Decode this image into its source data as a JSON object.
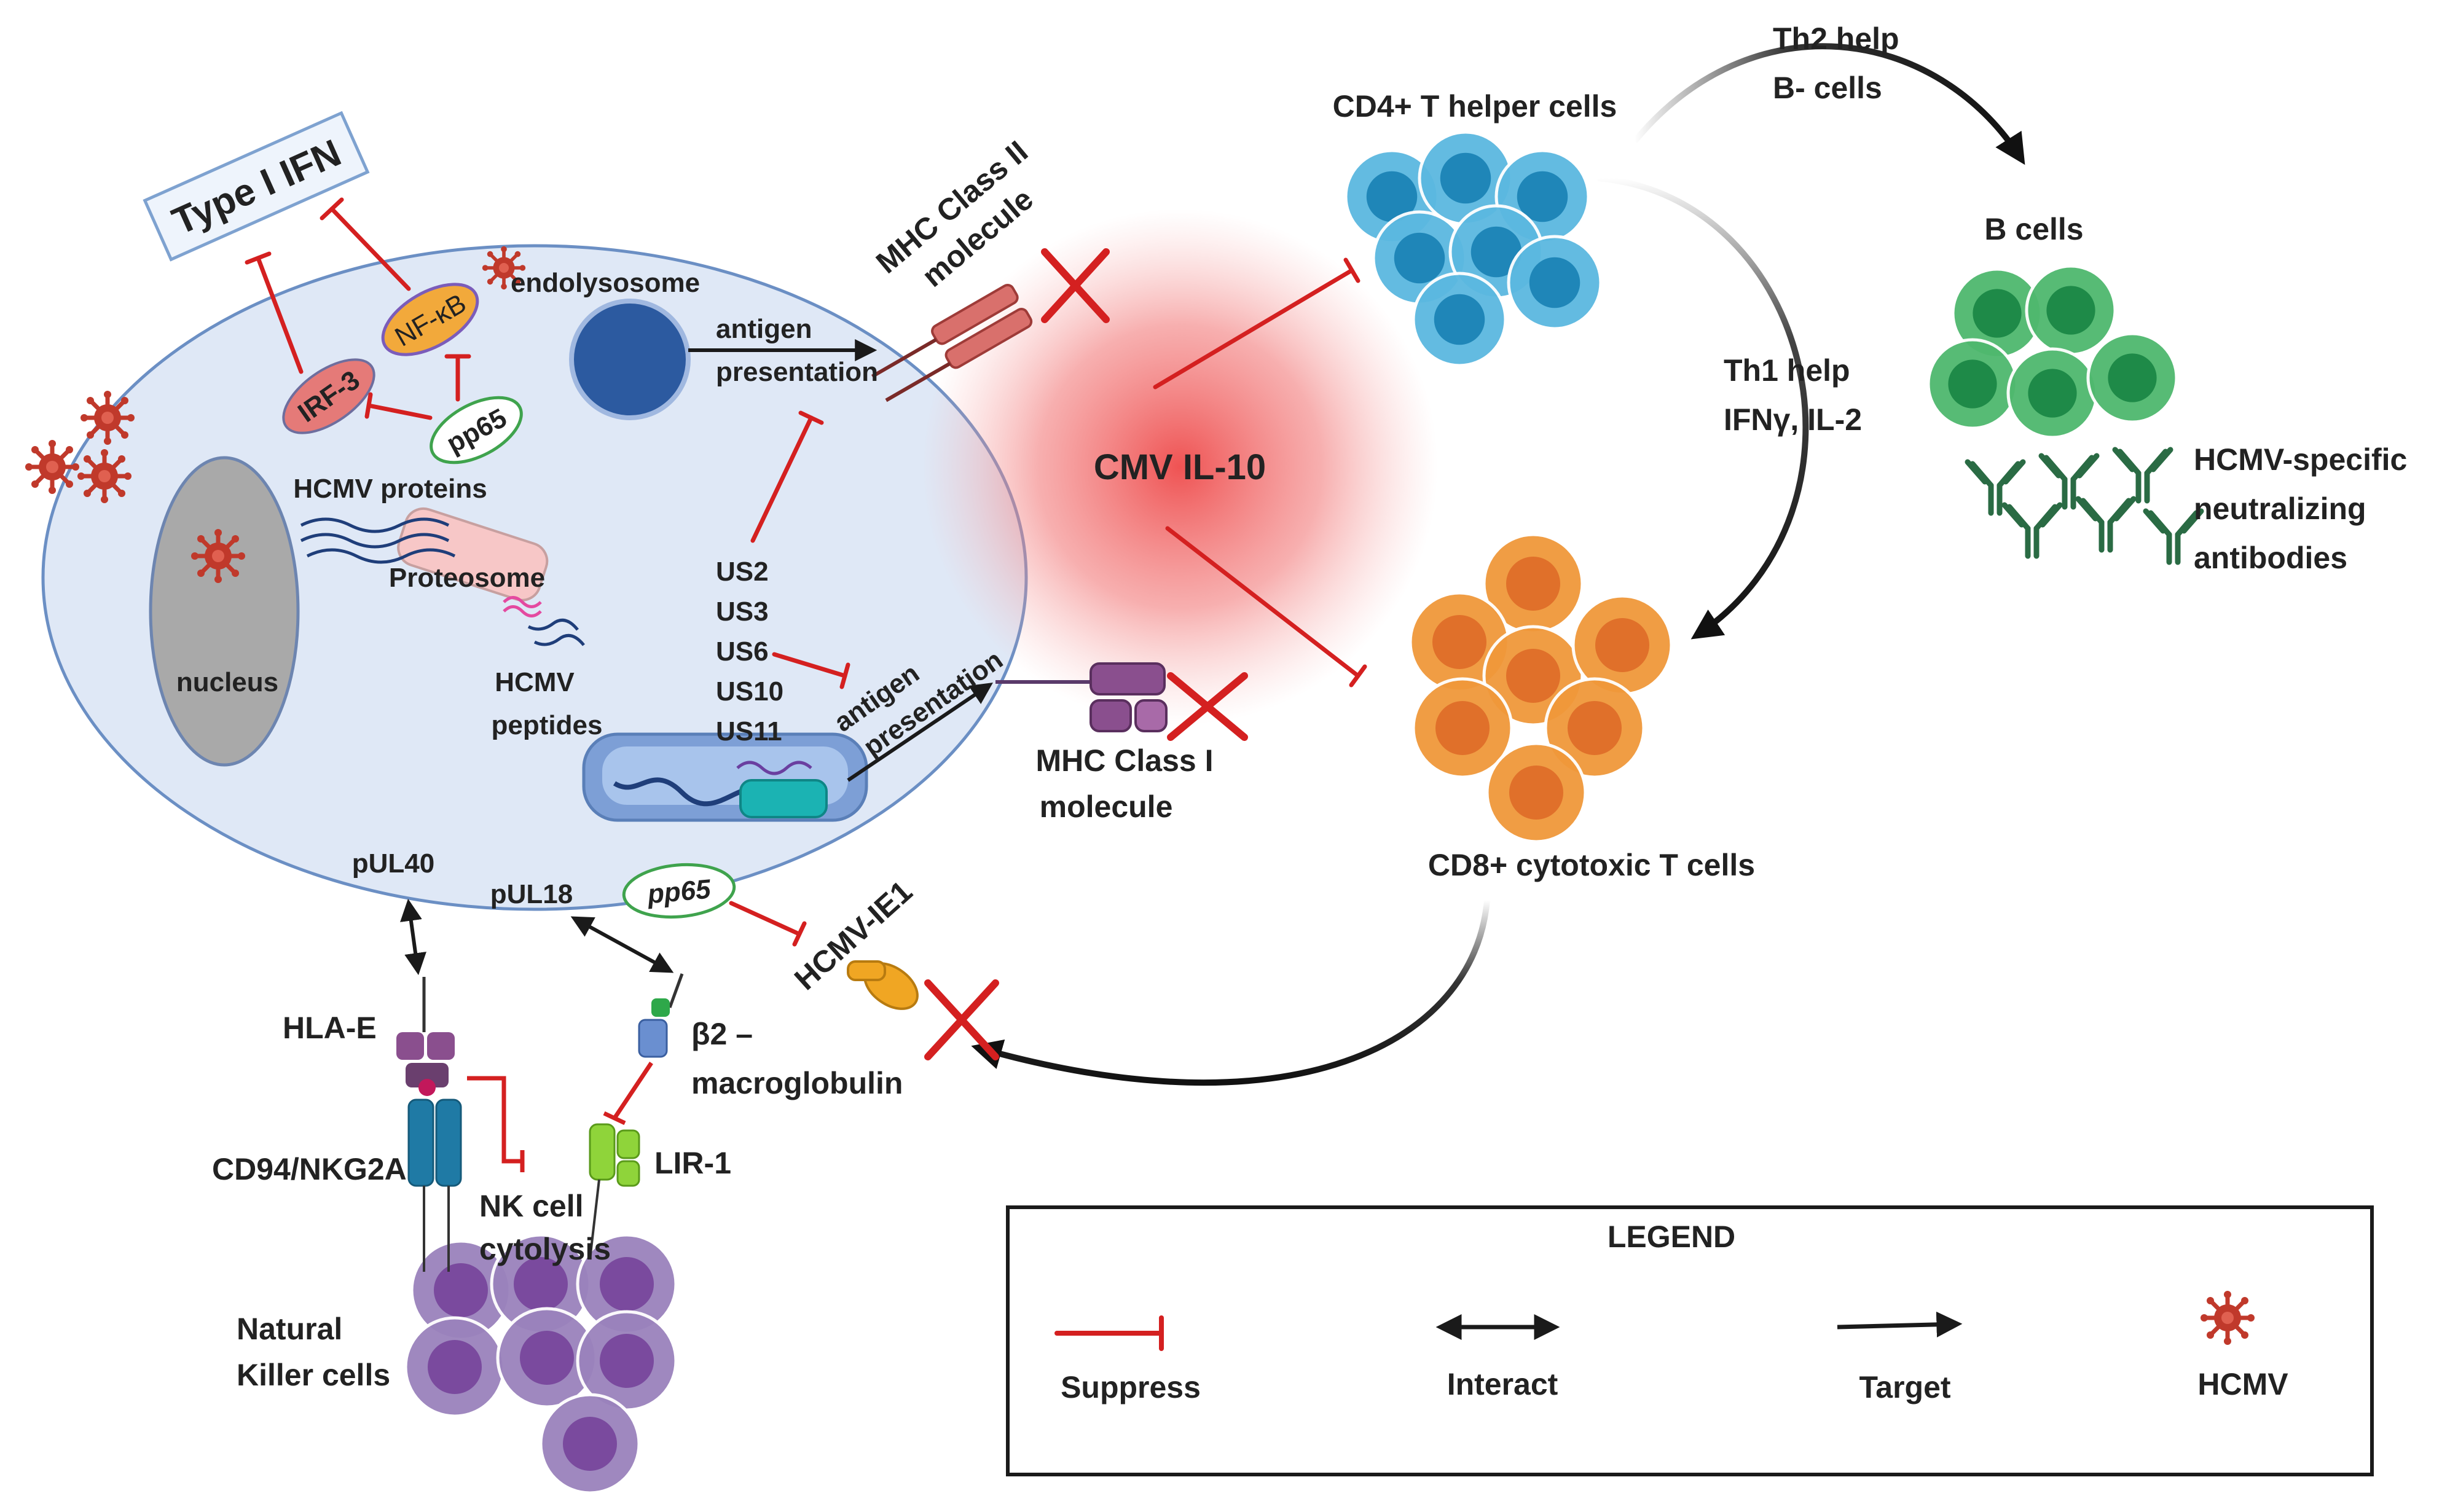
{
  "labels": {
    "type1_ifn": "Type I IFN",
    "nf_kb": "NF-κB",
    "irf3": "IRF-3",
    "pp65_top": "pp65",
    "hcmv_proteins": "HCMV proteins",
    "proteosome": "Proteosome",
    "nucleus": "nucleus",
    "hcmv": "HCMV",
    "peptides": "peptides",
    "endolysosome": "endolysosome",
    "antigen_top": "antigen",
    "presentation_top": "presentation",
    "mhc2_line1": "MHC Class II",
    "mhc2_line2": "molecule",
    "us2": "US2",
    "us3": "US3",
    "us6": "US6",
    "us10": "US10",
    "us11": "US11",
    "antigen_mid": "antigen",
    "presentation_mid": "presentation",
    "mhc1_line1": "MHC Class I",
    "mhc1_line2": "molecule",
    "cmv_il10": "CMV IL-10",
    "cd4": "CD4+ T helper cells",
    "cd8": "CD8+ cytotoxic T cells",
    "th2_line1": "Th2 help",
    "th2_line2": "B- cells",
    "th1_line1": "Th1 help",
    "th1_line2": "IFNγ, IL-2",
    "b_cells": "B cells",
    "ab_line1": "HCMV-specific",
    "ab_line2": "neutralizing",
    "ab_line3": "antibodies",
    "pul40": "pUL40",
    "pul18": "pUL18",
    "pp65_bottom": "pp65",
    "hcmv_ie1": "HCMV-IE1",
    "hla_e": "HLA-E",
    "b2_line1": "β2 –",
    "b2_line2": "macroglobulin",
    "lir1": "LIR-1",
    "cd94": "CD94/NKG2A",
    "nk_line1": "NK cell",
    "nk_line2": "cytolysis",
    "natural": "Natural",
    "killer": "Killer cells"
  },
  "legend": {
    "title": "LEGEND",
    "suppress": "Suppress",
    "interact": "Interact",
    "target": "Target",
    "hcmv": "HCMV"
  },
  "colors": {
    "suppress": "#d42020",
    "arrow": "#1a1a1a",
    "cell_membrane": "#dfe8f6",
    "cd4_cells": "#5bb8e0",
    "cd8_cells": "#f0983a",
    "b_cells": "#4fb86e",
    "nk_cells": "#9a82bc",
    "virus": "#c0392b",
    "il10_glow": "#f06a6a"
  },
  "icons": [
    "virus-icon",
    "antibody-icon",
    "mhc-molecule-icon",
    "receptor-icon"
  ]
}
